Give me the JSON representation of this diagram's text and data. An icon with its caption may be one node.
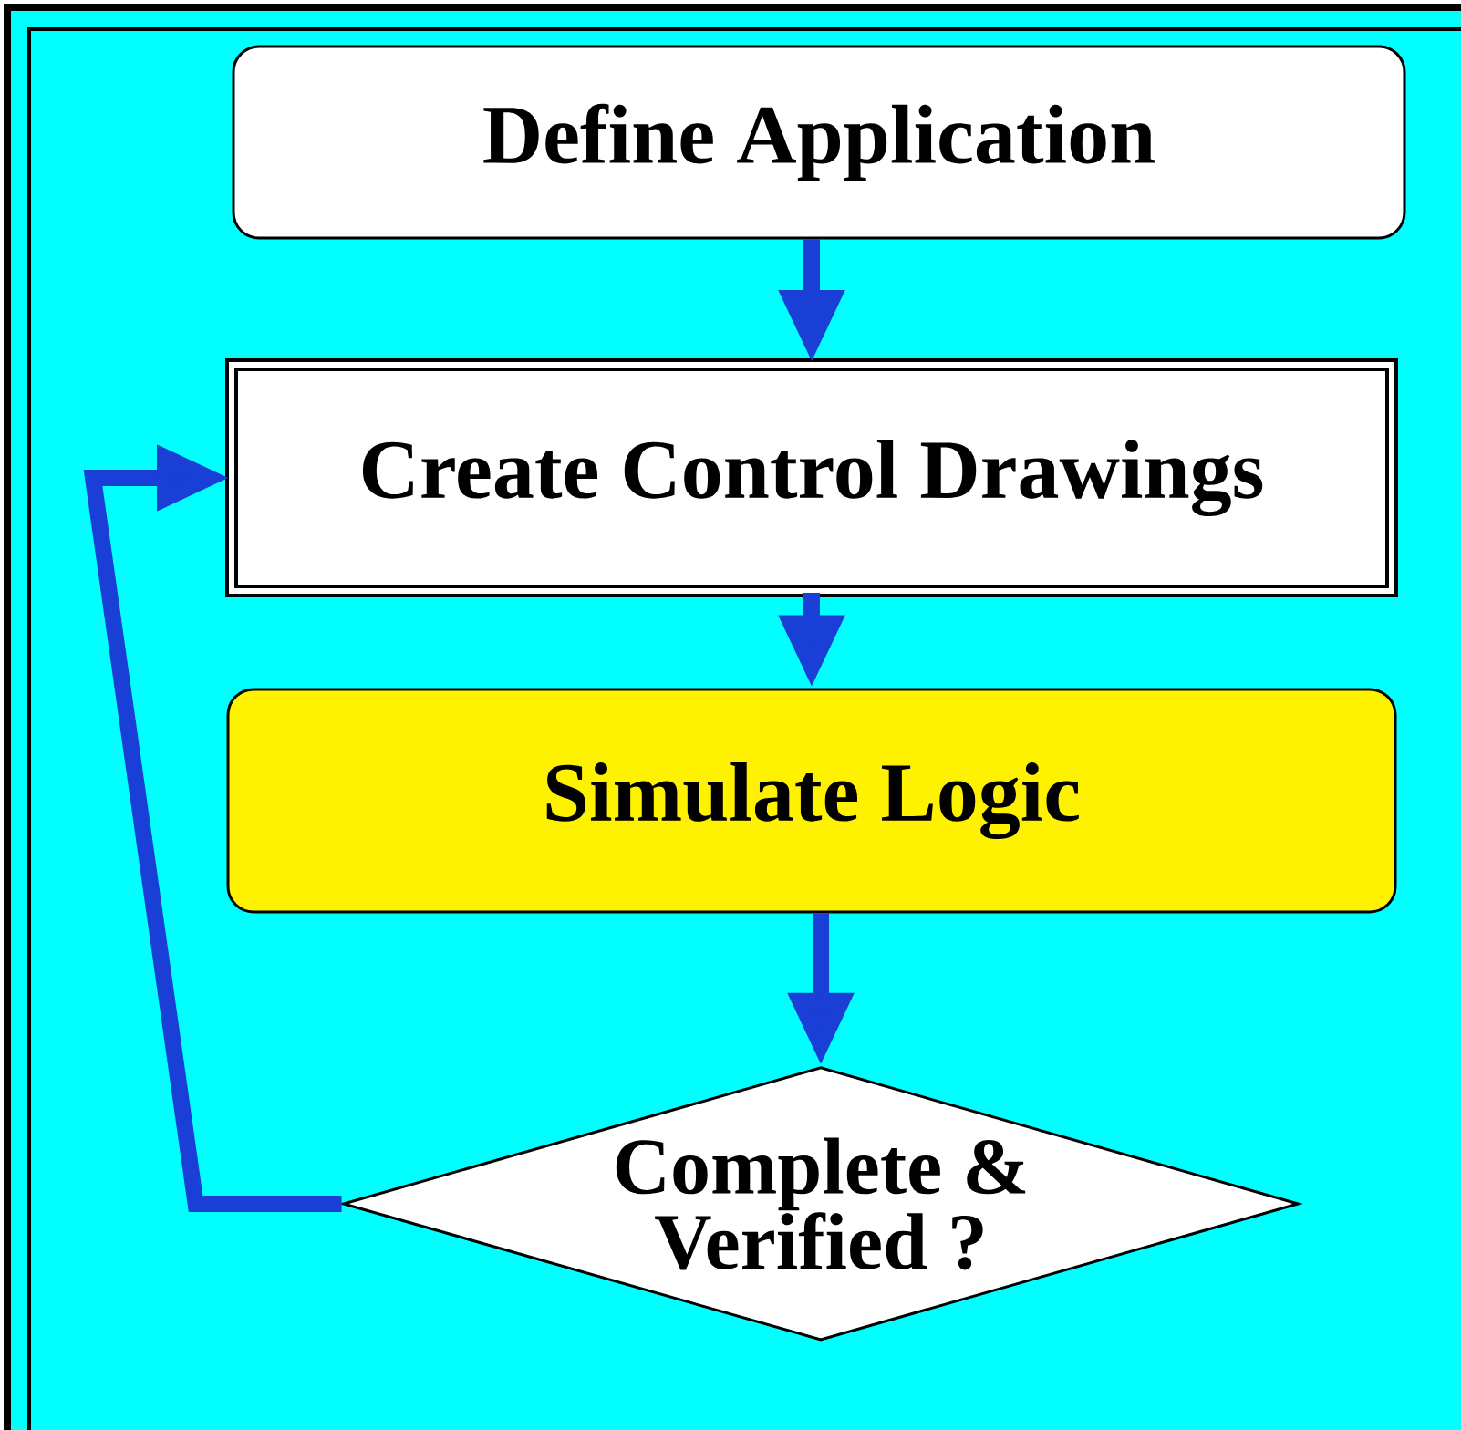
{
  "diagram": {
    "nodes": [
      {
        "text": [
          "Define Application"
        ]
      },
      {
        "text": [
          "Create Control Drawings"
        ]
      },
      {
        "text": [
          "Simulate Logic"
        ]
      },
      {
        "text": [
          "Complete & Verified ?"
        ]
      }
    ],
    "edges": [
      {
        "from": 0,
        "to": 1,
        "arrow": "to"
      },
      {
        "from": 1,
        "to": 2,
        "arrow": "to"
      },
      {
        "from": 2,
        "to": 3,
        "arrow": "to"
      },
      {
        "from": 3,
        "to": 1,
        "arrow": "to"
      }
    ]
  }
}
